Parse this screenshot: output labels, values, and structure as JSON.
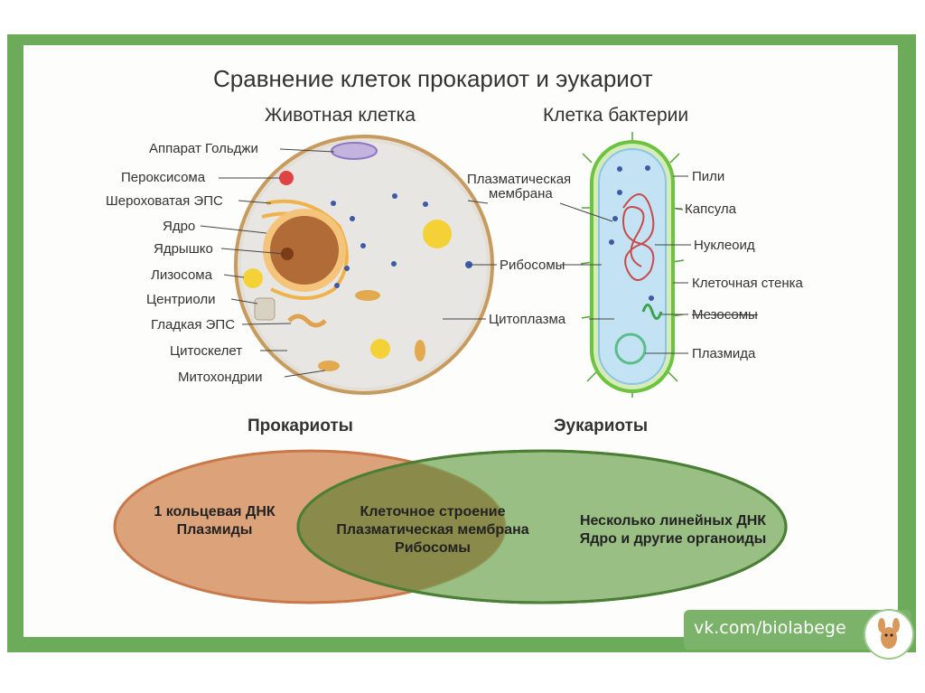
{
  "title": "Сравнение клеток прокариот и эукариот",
  "animal_cell": {
    "title": "Животная клетка",
    "labels_left": [
      "Аппарат Гольджи",
      "Пероксисома",
      "Шероховатая ЭПС",
      "Ядро",
      "Ядрышко",
      "Лизосома",
      "Центриоли",
      "Гладкая ЭПС",
      "Цитоскелет",
      "Митохондрии"
    ],
    "labels_right": [
      "Плазматическая",
      "мембрана",
      "Рибосомы",
      "Цитоплазма"
    ]
  },
  "bacterial_cell": {
    "title": "Клетка бактерии",
    "labels": [
      "Пили",
      "Капсула",
      "Нуклеоид",
      "Клеточная стенка",
      "Мезосомы",
      "Плазмида"
    ]
  },
  "venn": {
    "left_title": "Прокариоты",
    "right_title": "Эукариоты",
    "left_lines": [
      "1 кольцевая ДНК",
      "Плазмиды"
    ],
    "center_lines": [
      "Клеточное строение",
      "Плазматическая мембрана",
      "Рибосомы"
    ],
    "right_lines": [
      "Несколько линейных ДНК",
      "Ядро и другие органоиды"
    ]
  },
  "watermark": "vk.com/biolabege",
  "colors": {
    "frame": "#6bab5a",
    "left_ellipse": "#dca27a",
    "right_ellipse": "#78a95d",
    "center": "#8a8a4a"
  }
}
